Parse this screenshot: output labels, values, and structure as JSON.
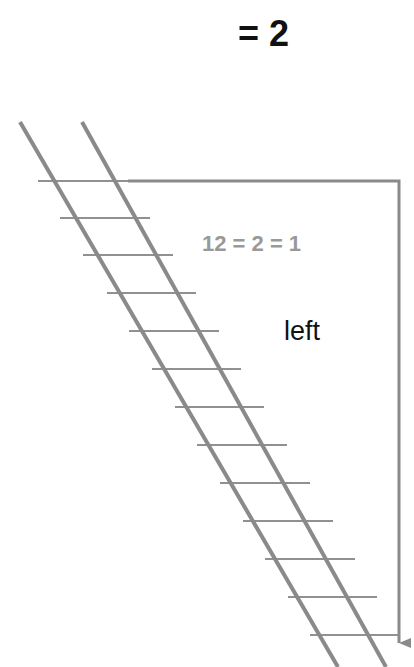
{
  "diagram": {
    "labels": [
      "= 2",
      "12 = 2 = 1",
      "left"
    ]
  }
}
